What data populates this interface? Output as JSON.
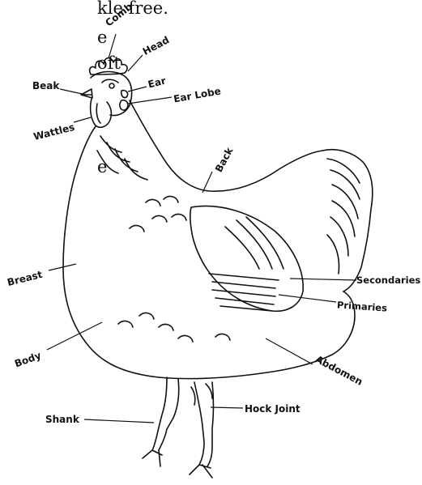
{
  "page_fragments": [
    "kle free.",
    "e",
    "oft",
    "e"
  ],
  "labels": {
    "comb": "Comb",
    "head": "Head",
    "beak": "Beak",
    "ear": "Ear",
    "ear_lobe": "Ear Lobe",
    "wattles": "Wattles",
    "back": "Back",
    "breast": "Breast",
    "secondaries": "Secondaries",
    "primaries": "Primaries",
    "body": "Body",
    "abdomen": "Abdomen",
    "shank": "Shank",
    "hock_joint": "Hock Joint"
  }
}
